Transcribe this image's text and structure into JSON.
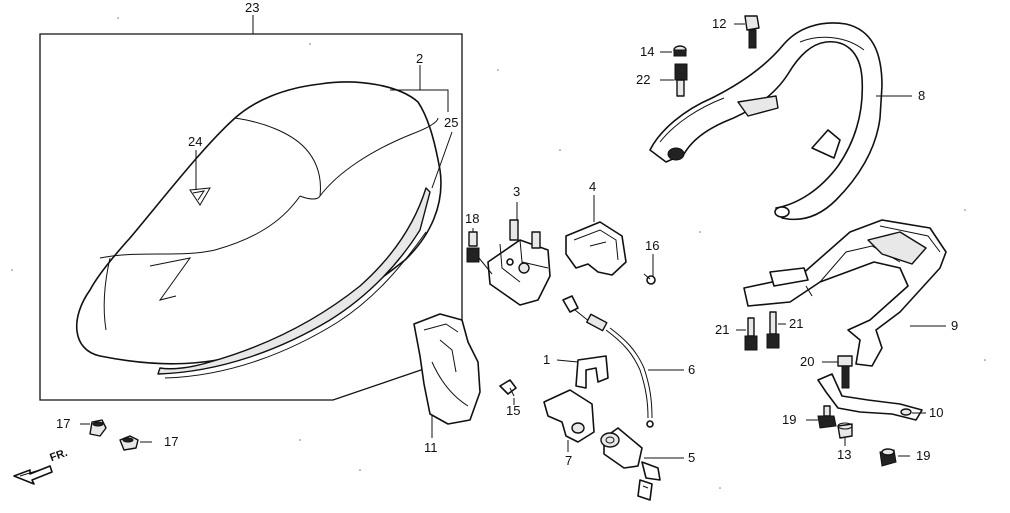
{
  "diagram": {
    "callouts": [
      {
        "id": "c1",
        "text": "1"
      },
      {
        "id": "c2",
        "text": "2"
      },
      {
        "id": "c3",
        "text": "3"
      },
      {
        "id": "c4",
        "text": "4"
      },
      {
        "id": "c5",
        "text": "5"
      },
      {
        "id": "c6",
        "text": "6"
      },
      {
        "id": "c7",
        "text": "7"
      },
      {
        "id": "c8",
        "text": "8"
      },
      {
        "id": "c9",
        "text": "9"
      },
      {
        "id": "c10",
        "text": "10"
      },
      {
        "id": "c11",
        "text": "11"
      },
      {
        "id": "c12",
        "text": "12"
      },
      {
        "id": "c13",
        "text": "13"
      },
      {
        "id": "c14",
        "text": "14"
      },
      {
        "id": "c15",
        "text": "15"
      },
      {
        "id": "c16",
        "text": "16"
      },
      {
        "id": "c17a",
        "text": "17"
      },
      {
        "id": "c17b",
        "text": "17"
      },
      {
        "id": "c18",
        "text": "18"
      },
      {
        "id": "c19a",
        "text": "19"
      },
      {
        "id": "c19b",
        "text": "19"
      },
      {
        "id": "c20",
        "text": "20"
      },
      {
        "id": "c21a",
        "text": "21"
      },
      {
        "id": "c21b",
        "text": "21"
      },
      {
        "id": "c22",
        "text": "22"
      },
      {
        "id": "c23",
        "text": "23"
      },
      {
        "id": "c24",
        "text": "24"
      },
      {
        "id": "c25",
        "text": "25"
      }
    ],
    "direction_label": "FR."
  },
  "colors": {
    "line": "#111111",
    "background": "#ffffff"
  }
}
